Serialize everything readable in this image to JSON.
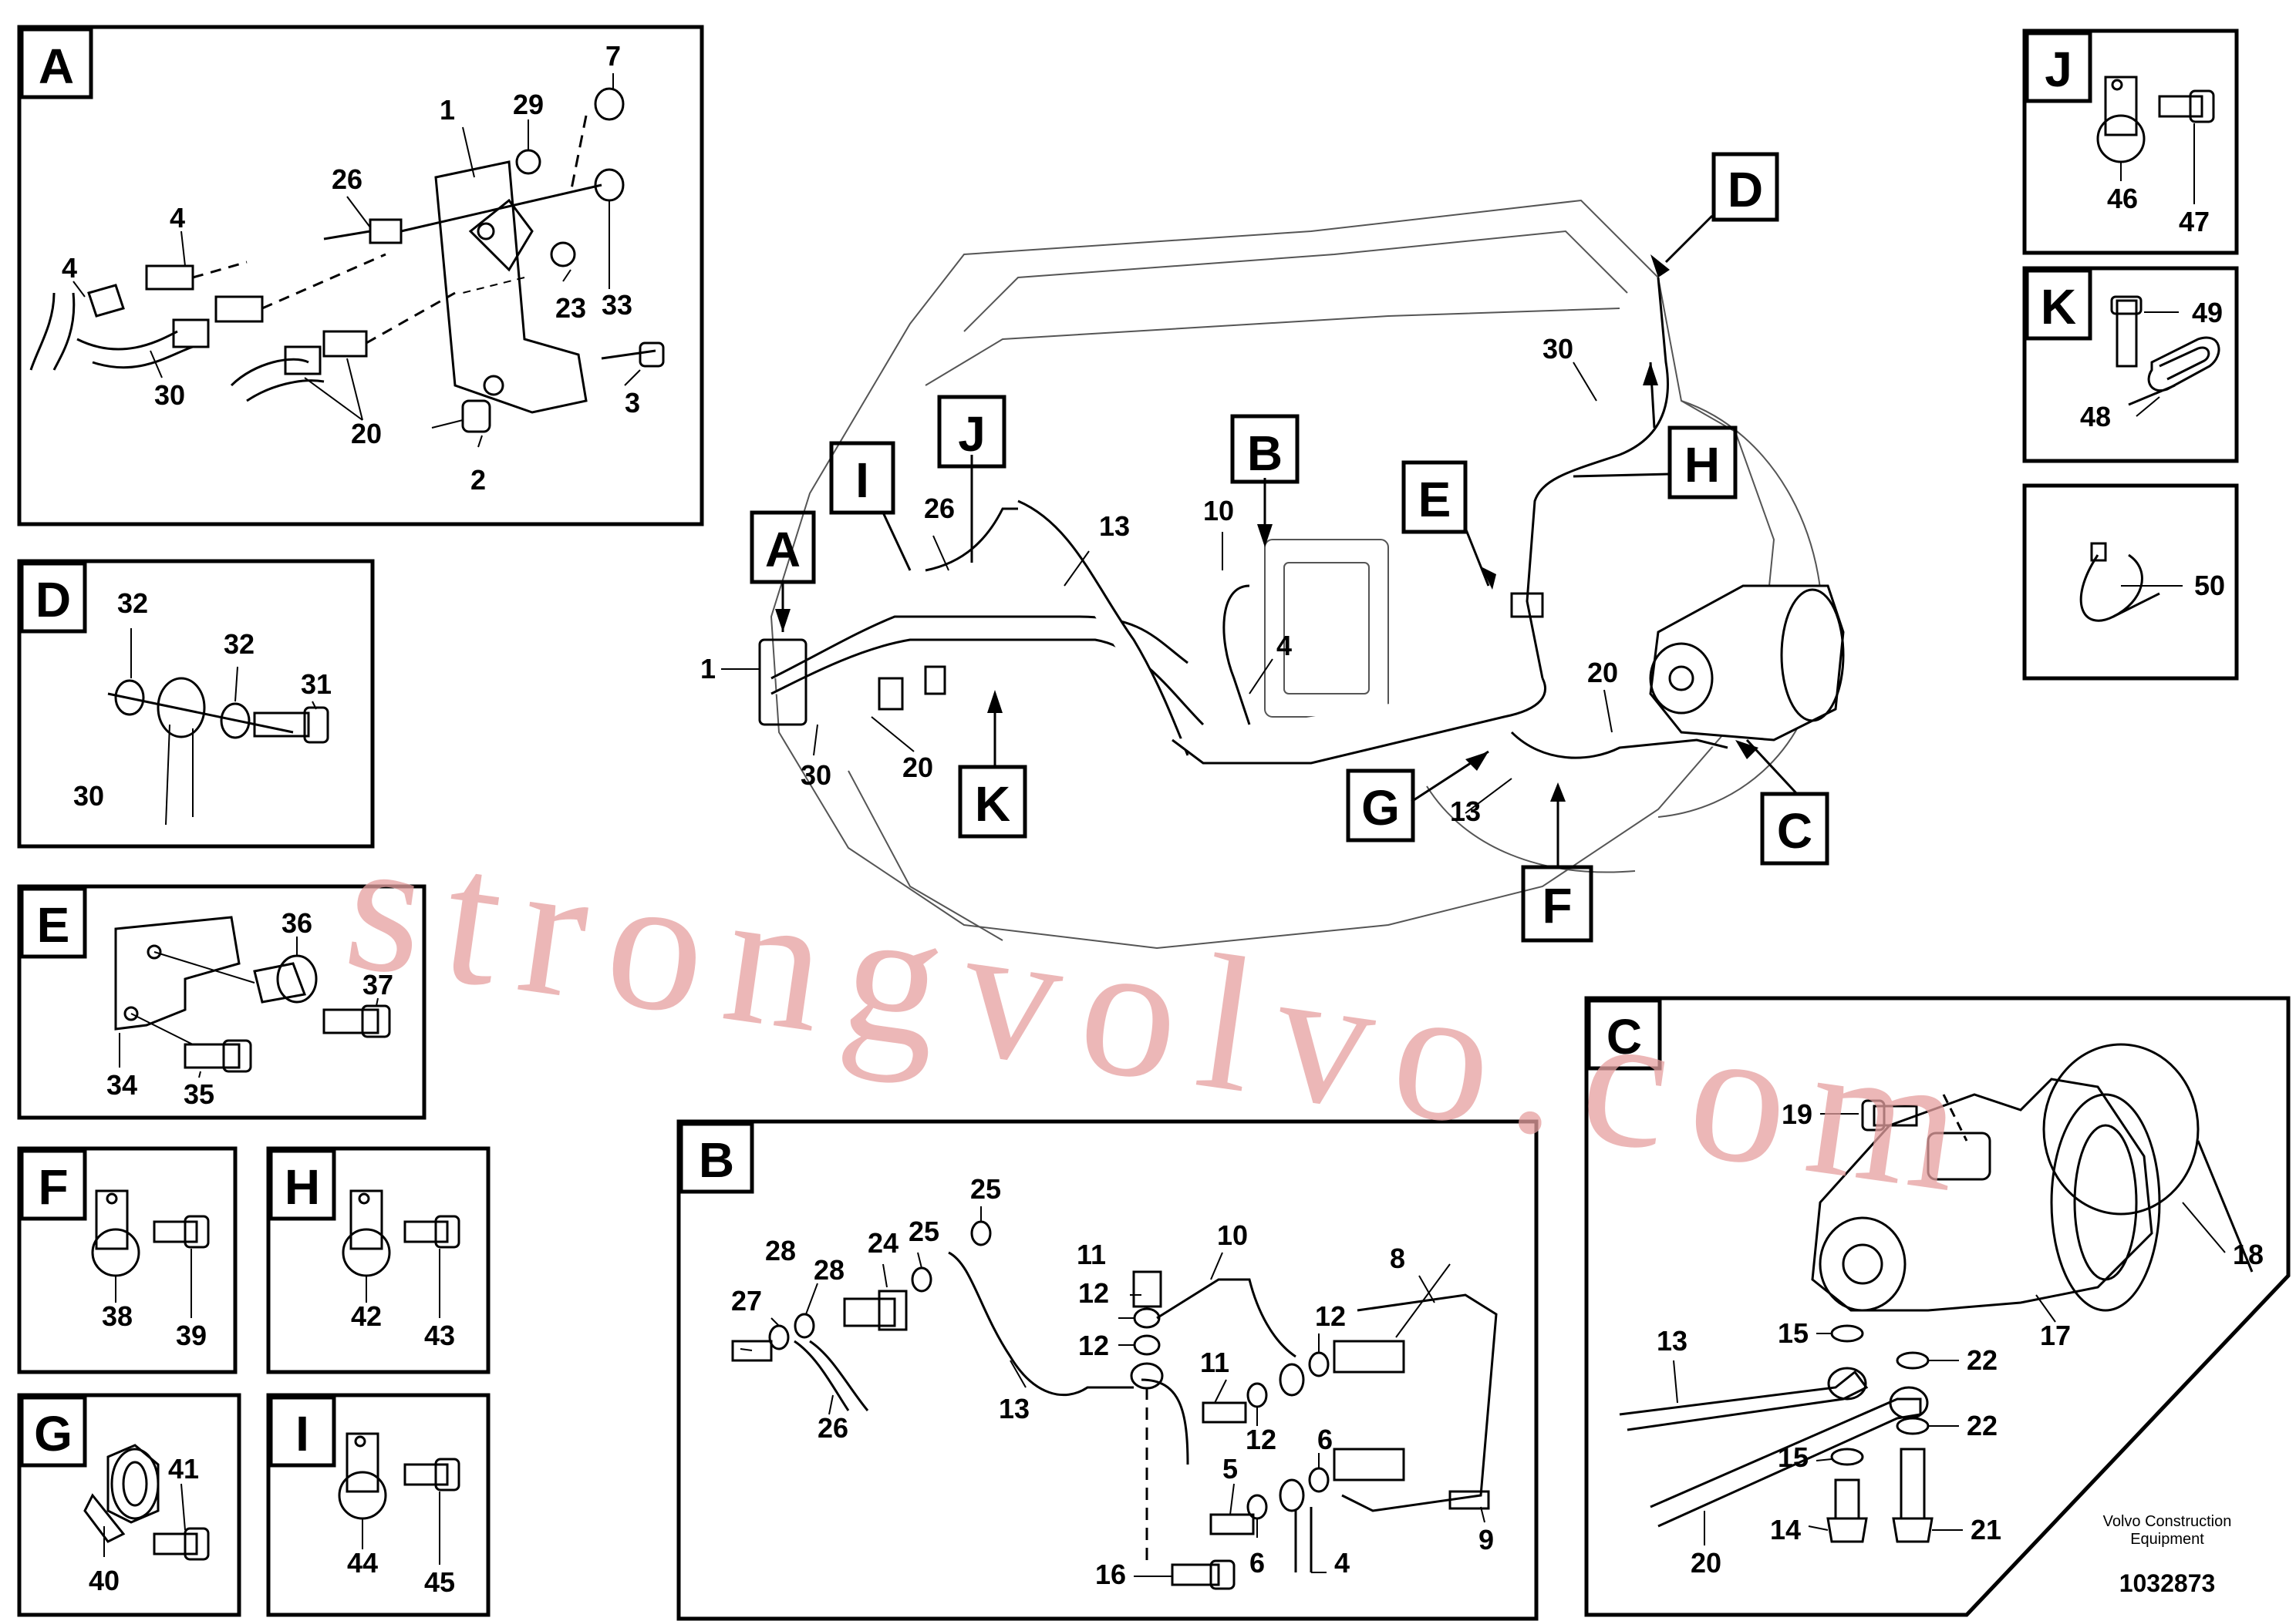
{
  "detail_views": {
    "A": {
      "letter": "A",
      "callouts": [
        "1",
        "29",
        "7",
        "26",
        "4",
        "4",
        "23",
        "33",
        "30",
        "20",
        "3",
        "2"
      ]
    },
    "D": {
      "letter": "D",
      "callouts": [
        "32",
        "32",
        "31",
        "30"
      ]
    },
    "E": {
      "letter": "E",
      "callouts": [
        "36",
        "37",
        "34",
        "35"
      ]
    },
    "F": {
      "letter": "F",
      "callouts": [
        "38",
        "39"
      ]
    },
    "H": {
      "letter": "H",
      "callouts": [
        "42",
        "43"
      ]
    },
    "G": {
      "letter": "G",
      "callouts": [
        "41",
        "40"
      ]
    },
    "I": {
      "letter": "I",
      "callouts": [
        "44",
        "45"
      ]
    },
    "J": {
      "letter": "J",
      "callouts": [
        "46",
        "47"
      ]
    },
    "K": {
      "letter": "K",
      "callouts": [
        "49",
        "48"
      ]
    },
    "L": {
      "callouts": [
        "50"
      ]
    },
    "B": {
      "letter": "B",
      "callouts": [
        "25",
        "24",
        "25",
        "28",
        "28",
        "27",
        "26",
        "11",
        "12",
        "12",
        "10",
        "8",
        "12",
        "13",
        "11",
        "12",
        "6",
        "5",
        "6",
        "4",
        "16",
        "9"
      ]
    },
    "C": {
      "letter": "C",
      "callouts": [
        "19",
        "18",
        "17",
        "15",
        "22",
        "13",
        "22",
        "15",
        "20",
        "14",
        "21"
      ]
    }
  },
  "main_view": {
    "view_markers": [
      "A",
      "I",
      "J",
      "B",
      "E",
      "D",
      "H",
      "K",
      "G",
      "C",
      "F"
    ],
    "callouts": [
      "26",
      "13",
      "10",
      "30",
      "1",
      "4",
      "30",
      "20",
      "20",
      "13"
    ]
  },
  "footer": {
    "company_line1": "Volvo Construction",
    "company_line2": "Equipment",
    "drawing_number": "1032873"
  },
  "watermark": "strongvolvo.com"
}
